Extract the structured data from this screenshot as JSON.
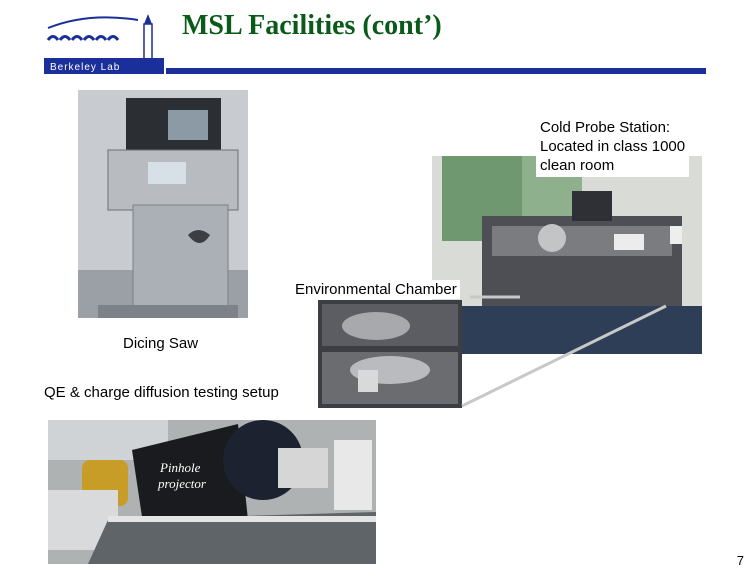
{
  "slide": {
    "title": "MSL Facilities (cont’)",
    "logo_text": "Berkeley Lab",
    "captions": {
      "cold_probe": [
        "Cold Probe Station:",
        "Located in class 1000",
        "clean room"
      ],
      "environmental": "Environmental Chamber",
      "dicing": "Dicing Saw",
      "qe": "QE & charge diffusion testing setup"
    },
    "photo_label_text": [
      "Pinhole",
      "projector"
    ],
    "page_number": "7"
  },
  "colors": {
    "title": "#0a5a1a",
    "rule": "#1b2f9a",
    "logo": "#1b2f9a"
  }
}
